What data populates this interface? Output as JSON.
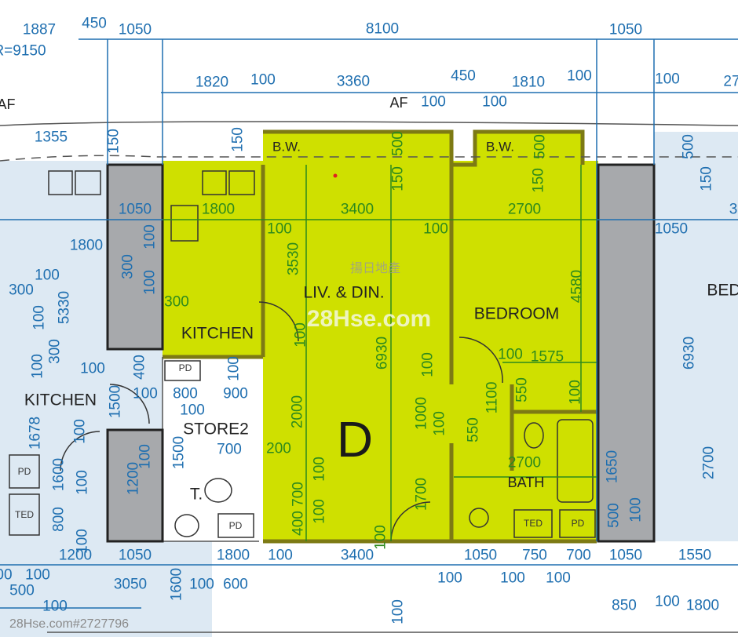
{
  "plan": {
    "unit_label": "D",
    "colors": {
      "unit_fill": "#cfe000",
      "neighbour_fill": "#dde9f3",
      "column": "#a7a9ac",
      "dimension_blue": "#1f6fb0",
      "dimension_green": "#2d8a1c"
    },
    "rooms": {
      "living_dining": "LIV. & DIN.",
      "bedroom": "BEDROOM",
      "kitchen": "KITCHEN",
      "bath": "BATH",
      "bay_window_1": "B.W.",
      "bay_window_2": "B.W.",
      "neighbour_kitchen": "KITCHEN",
      "neighbour_store": "STORE2",
      "neighbour_toilet": "T.",
      "neighbour_bedroom": "BED",
      "af_left": "AF",
      "af_center": "AF"
    },
    "fixtures": {
      "pd": "PD",
      "ted": "TED"
    },
    "watermark": {
      "brand": "28Hse.com",
      "agency": "揚日地產",
      "listing": "28Hse.com#2727796"
    },
    "dims": [
      "1887",
      "R=9150",
      "450",
      "1050",
      "8100",
      "1050",
      "1820",
      "100",
      "3360",
      "450",
      "1810",
      "100",
      "100",
      "27",
      "100",
      "100",
      "1355",
      "150",
      "150",
      "500",
      "500",
      "500",
      "150",
      "150",
      "150",
      "1050",
      "1800",
      "3400",
      "2700",
      "1050",
      "3",
      "100",
      "100",
      "1800",
      "300",
      "100",
      "100",
      "300",
      "3530",
      "300",
      "100",
      "100",
      "5330",
      "300",
      "100",
      "4580",
      "6930",
      "6930",
      "100",
      "100",
      "400",
      "100",
      "800",
      "900",
      "100",
      "100",
      "1500",
      "1678",
      "100",
      "2000",
      "100",
      "1575",
      "550",
      "1100",
      "100",
      "100",
      "1000",
      "100",
      "550",
      "200",
      "1500",
      "700",
      "100",
      "2700",
      "1650",
      "2700",
      "1600",
      "100",
      "1200",
      "700",
      "100",
      "100",
      "1700",
      "400",
      "100",
      "500",
      "100",
      "800",
      "100",
      "00",
      "100",
      "1200",
      "1050",
      "1800",
      "100",
      "3400",
      "1050",
      "750",
      "700",
      "1050",
      "1550",
      "100",
      "100",
      "100",
      "3050",
      "500",
      "1600",
      "100",
      "600",
      "100",
      "100",
      "850",
      "100",
      "1800"
    ]
  }
}
